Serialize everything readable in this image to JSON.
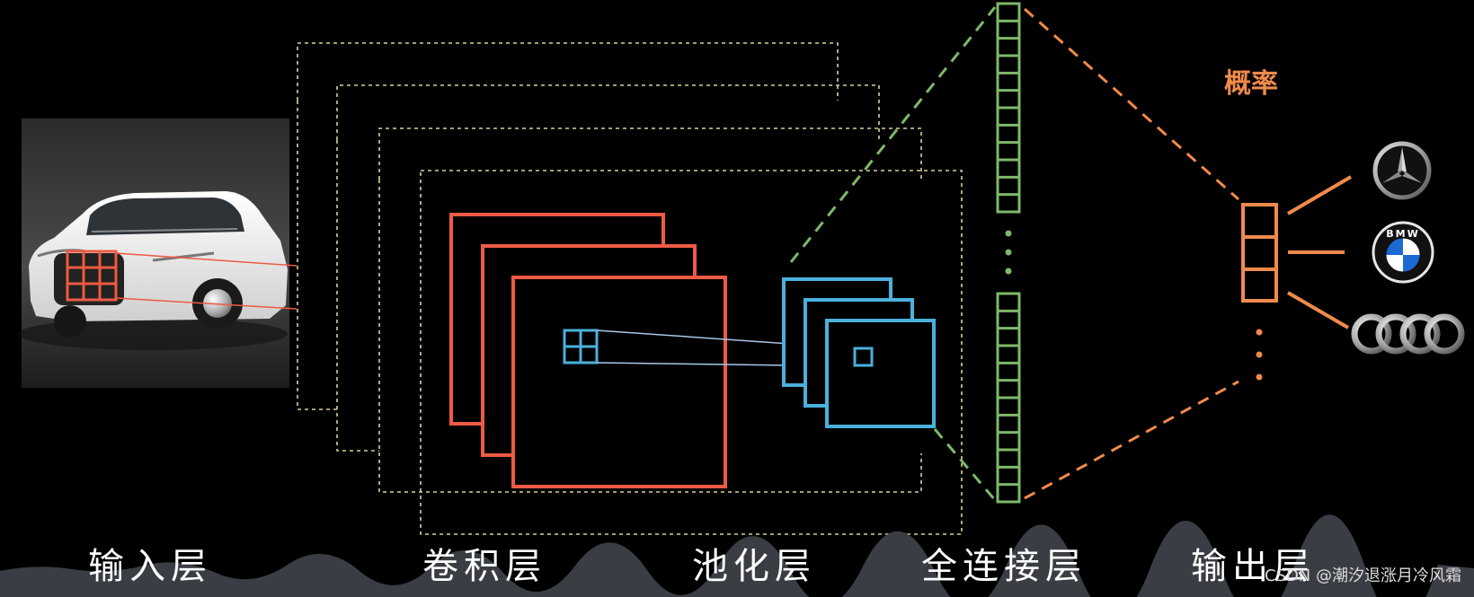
{
  "layers": {
    "input": "输入层",
    "conv": "卷积层",
    "pool": "池化层",
    "fc": "全连接层",
    "output": "输出层"
  },
  "probability_label": "概率",
  "watermark": "CSDN @潮汐退涨月冷风霜",
  "logos": {
    "bmw_text": "BMW",
    "icons": [
      "mercedes-logo-icon",
      "bmw-logo-icon",
      "audi-logo-icon"
    ]
  },
  "colors": {
    "background": "#000000",
    "frame_dotted": "#d8cf9a",
    "conv": "#ee5a44",
    "pool": "#4bb0dc",
    "fc": "#7fb86a",
    "output": "#f08a4b",
    "link_line": "#a8c8e8"
  }
}
